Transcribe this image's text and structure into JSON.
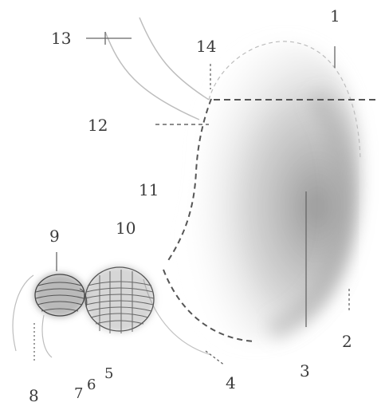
{
  "labels": {
    "l1": "1",
    "l2": "2",
    "l3": "3",
    "l4": "4",
    "l5": "5",
    "l6": "6",
    "l7": "7",
    "l8": "8",
    "l9": "9",
    "l10": "10",
    "l11": "11",
    "l12": "12",
    "l13": "13",
    "l14": "14"
  },
  "colors": {
    "shading": "#9a9a9a",
    "outline": "#555555",
    "dashes": "#555555",
    "text": "#3a3a3a"
  }
}
